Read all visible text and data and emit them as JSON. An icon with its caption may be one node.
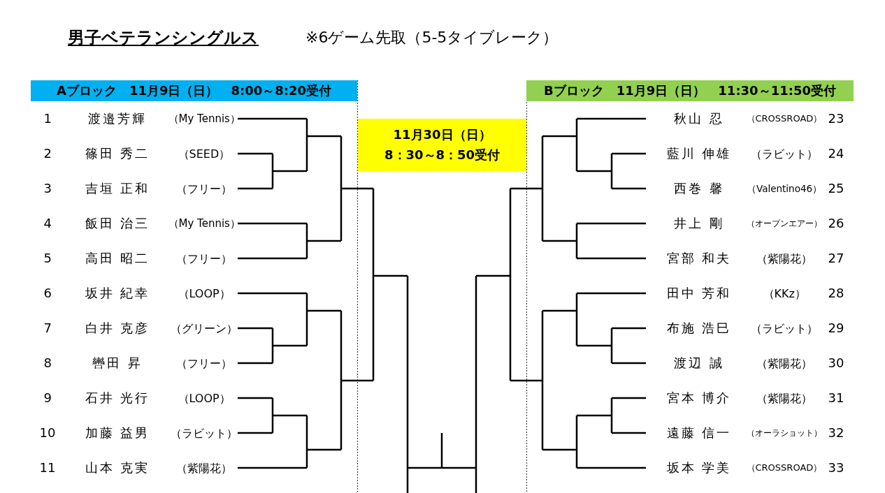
{
  "diagram": {
    "title": "男子ベテランシングルス",
    "nodes": [
      {
        "text": [
          "Aブロック　11月9日（日）　8:00～8:20受付"
        ]
      },
      {
        "text": [
          "11月30日（日）",
          "8：30～8：50受付"
        ]
      },
      {
        "text": [
          "Bブロック　11月9日（日）　11:30～11:50受付"
        ]
      },
      {
        "text": [
          "1",
          "渡邉芳輝",
          "（My Tennis）"
        ]
      },
      {
        "text": [
          "2",
          "篠田 秀二",
          "（SEED）"
        ]
      },
      {
        "text": [
          "3",
          "吉垣 正和",
          "（フリー）"
        ]
      },
      {
        "text": [
          "4",
          "飯田 治三",
          "（My Tennis）"
        ]
      },
      {
        "text": [
          "5",
          "高田 昭二",
          "（フリー）"
        ]
      },
      {
        "text": [
          "6",
          "坂井 紀幸",
          "（LOOP）"
        ]
      },
      {
        "text": [
          "7",
          "白井 克彦",
          "（グリーン）"
        ]
      },
      {
        "text": [
          "8",
          "轡田 昇",
          "（フリー）"
        ]
      },
      {
        "text": [
          "9",
          "石井 光行",
          "（LOOP）"
        ]
      },
      {
        "text": [
          "10",
          "加藤 益男",
          "（ラビット）"
        ]
      },
      {
        "text": [
          "11",
          "山本 克実",
          "（紫陽花）"
        ]
      },
      {
        "text": [
          "秋山 忍",
          "（CROSSROAD）",
          "23"
        ]
      },
      {
        "text": [
          "藍川 伸雄",
          "（ラビット）",
          "24"
        ]
      },
      {
        "text": [
          "西巻 馨",
          "（Valentino46）",
          "25"
        ]
      },
      {
        "text": [
          "井上 剛",
          "（オープンエアー）",
          "26"
        ]
      },
      {
        "text": [
          "宮部 和夫",
          "（紫陽花）",
          "27"
        ]
      },
      {
        "text": [
          "田中 芳和",
          "（KKz）",
          "28"
        ]
      },
      {
        "text": [
          "布施 浩巳",
          "（ラビット）",
          "29"
        ]
      },
      {
        "text": [
          "渡辺 誠",
          "（紫陽花）",
          "30"
        ]
      },
      {
        "text": [
          "宮本 博介",
          "（紫陽花）",
          "31"
        ]
      },
      {
        "text": [
          "遠藤 信一",
          "（オーラショット）",
          "32"
        ]
      },
      {
        "text": [
          "坂本 学美",
          "（CROSSROAD）",
          "33"
        ]
      }
    ],
    "edges": [
      {
        "from": 3,
        "to": null,
        "arrow": "none"
      },
      {
        "from": 4,
        "to": null,
        "arrow": "none"
      },
      {
        "from": 5,
        "to": null,
        "arrow": "none"
      },
      {
        "from": 6,
        "to": null,
        "arrow": "none"
      },
      {
        "from": 7,
        "to": null,
        "arrow": "none"
      },
      {
        "from": 8,
        "to": null,
        "arrow": "none"
      },
      {
        "from": 9,
        "to": null,
        "arrow": "none"
      },
      {
        "from": 10,
        "to": null,
        "arrow": "none"
      },
      {
        "from": 11,
        "to": null,
        "arrow": "none"
      },
      {
        "from": 12,
        "to": null,
        "arrow": "none"
      },
      {
        "from": 13,
        "to": null,
        "arrow": "none"
      },
      {
        "from": 14,
        "to": null,
        "arrow": "none"
      },
      {
        "from": 15,
        "to": null,
        "arrow": "none"
      },
      {
        "from": 16,
        "to": null,
        "arrow": "none"
      },
      {
        "from": 17,
        "to": null,
        "arrow": "none"
      },
      {
        "from": 18,
        "to": null,
        "arrow": "none"
      },
      {
        "from": 19,
        "to": null,
        "arrow": "none"
      },
      {
        "from": 20,
        "to": null,
        "arrow": "none"
      },
      {
        "from": 21,
        "to": null,
        "arrow": "none"
      },
      {
        "from": 22,
        "to": null,
        "arrow": "none"
      },
      {
        "from": 23,
        "to": null,
        "arrow": "none"
      },
      {
        "from": 24,
        "to": null,
        "arrow": "none"
      }
    ],
    "labels": [
      "※6ゲーム先取（5-5タイブレーク）"
    ]
  }
}
